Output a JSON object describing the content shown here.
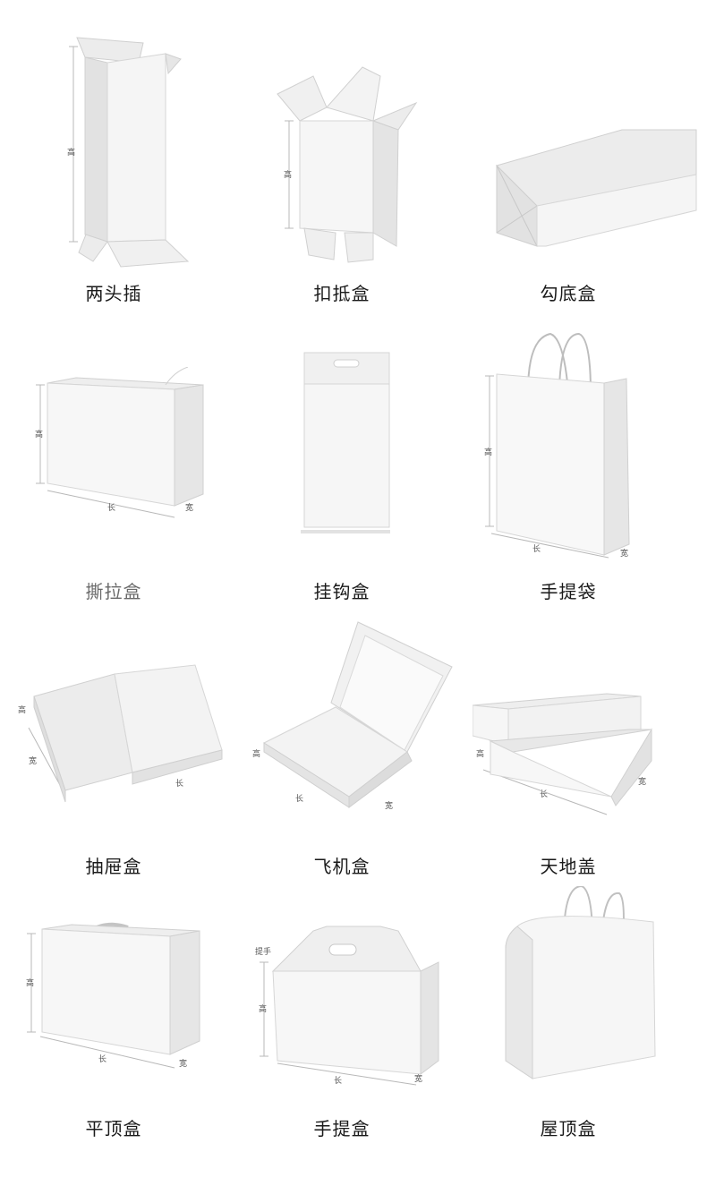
{
  "boxes": [
    {
      "name": "两头插"
    },
    {
      "name": "扣抵盒"
    },
    {
      "name": "勾底盒"
    },
    {
      "name": "撕拉盒"
    },
    {
      "name": "挂钩盒"
    },
    {
      "name": "手提袋"
    },
    {
      "name": "抽屉盒"
    },
    {
      "name": "飞机盒"
    },
    {
      "name": "天地盖"
    },
    {
      "name": "平顶盒"
    },
    {
      "name": "手提盒"
    },
    {
      "name": "屋顶盒"
    }
  ],
  "dims": {
    "height": "高",
    "length": "长",
    "width": "宽",
    "handle": "提手"
  },
  "colors": {
    "caption": "#1a1a1a",
    "caption_light": "#6a6a6a",
    "box_face": "#f4f4f4",
    "box_side": "#e4e4e4",
    "box_shadow": "#d6d6d6"
  }
}
